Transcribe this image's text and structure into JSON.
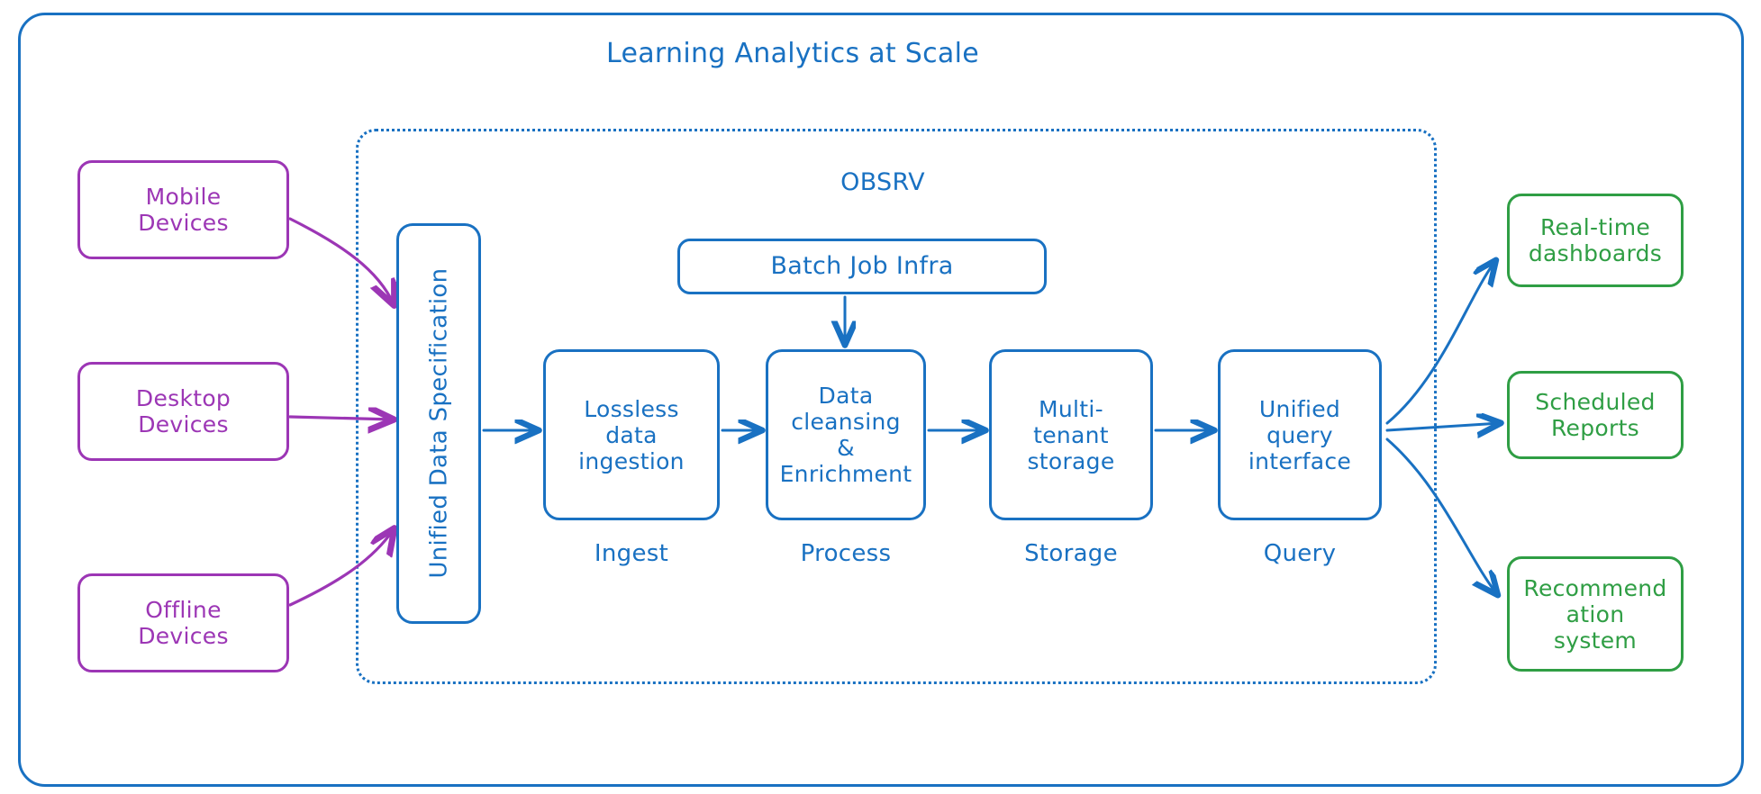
{
  "diagram": {
    "title": "Learning Analytics at Scale",
    "platform_label": "OBSRV",
    "style": "hand-drawn",
    "colors": {
      "frame": "#1971c2",
      "platform": "#1971c2",
      "sources": "#9c36b5",
      "outputs": "#2f9e44",
      "background": "#ffffff"
    }
  },
  "sources": {
    "group_name": "Devices",
    "items": [
      {
        "id": "mobile",
        "line1": "Mobile",
        "line2": "Devices"
      },
      {
        "id": "desktop",
        "line1": "Desktop",
        "line2": "Devices"
      },
      {
        "id": "offline",
        "line1": "Offline",
        "line2": "Devices"
      }
    ]
  },
  "spec": {
    "label": "Unified Data Specification"
  },
  "batch": {
    "label": "Batch Job Infra"
  },
  "pipeline": {
    "stages": [
      {
        "id": "ingest",
        "stage_label": "Ingest",
        "line1": "Lossless",
        "line2": "data",
        "line3": "ingestion"
      },
      {
        "id": "process",
        "stage_label": "Process",
        "line1": "Data",
        "line2": "cleansing",
        "line3": "&",
        "line4": "Enrichment"
      },
      {
        "id": "storage",
        "stage_label": "Storage",
        "line1": "Multi-",
        "line2": "tenant",
        "line3": "storage"
      },
      {
        "id": "query",
        "stage_label": "Query",
        "line1": "Unified",
        "line2": "query",
        "line3": "interface"
      }
    ]
  },
  "outputs": {
    "items": [
      {
        "id": "dashboards",
        "line1": "Real-time",
        "line2": "dashboards"
      },
      {
        "id": "reports",
        "line1": "Scheduled",
        "line2": "Reports"
      },
      {
        "id": "recsys",
        "line1": "Recommend",
        "line2": "ation",
        "line3": "system"
      }
    ]
  }
}
